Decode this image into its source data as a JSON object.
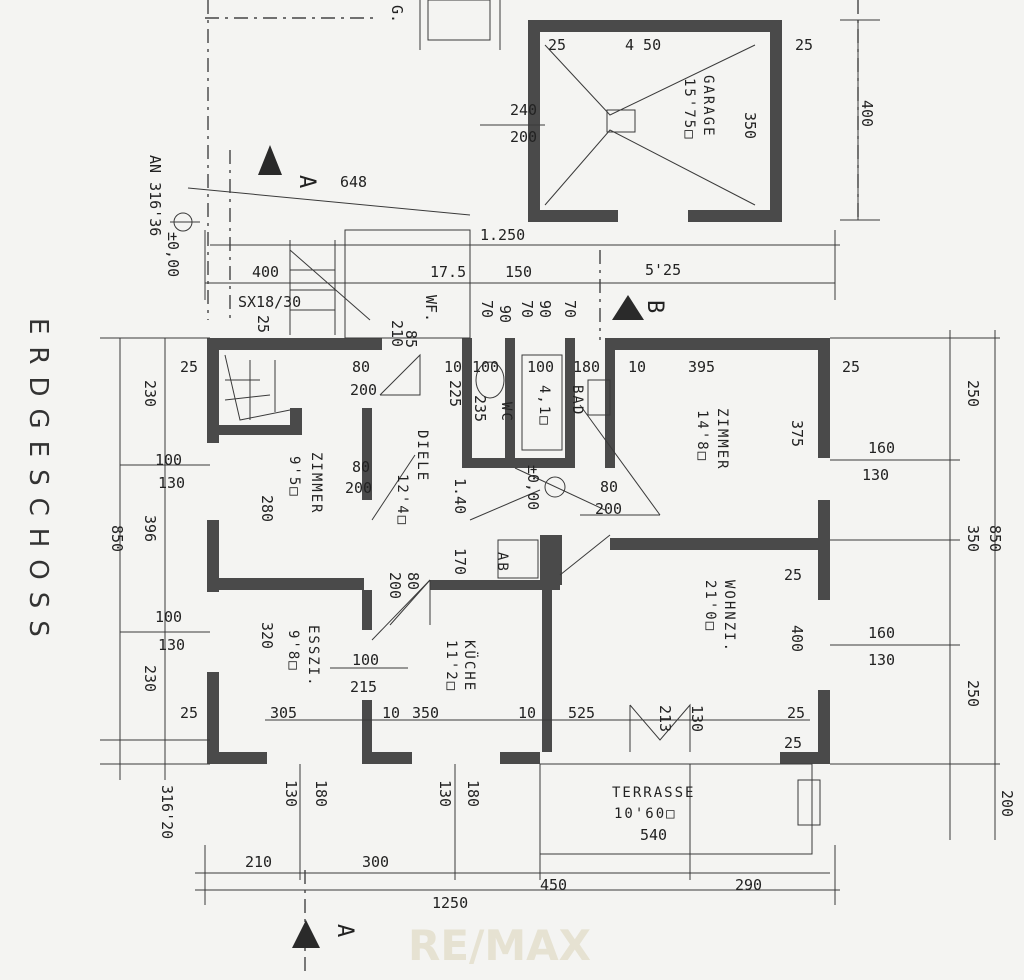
{
  "title": "ERDGESCHOSS",
  "watermark": "RE/MAX",
  "rooms": {
    "garage": {
      "name": "GARAGE",
      "area": "15'75□"
    },
    "zimmer_right": {
      "name": "ZIMMER",
      "area": "14'8□"
    },
    "zimmer_left": {
      "name": "ZIMMER",
      "area": "9'5□"
    },
    "diele": {
      "name": "DIELE",
      "area": "12'4□"
    },
    "wohnzi": {
      "name": "WOHNZI.",
      "area": "21'0□"
    },
    "esszi": {
      "name": "ESSZI.",
      "area": "9'8□"
    },
    "kueche": {
      "name": "KÜCHE",
      "area": "11'2□"
    },
    "terrasse": {
      "name": "TERRASSE",
      "area": "10'60□"
    },
    "wc": {
      "name": "WC"
    },
    "bad": {
      "name": "BAD",
      "area": "4,1□"
    },
    "ab": {
      "name": "AB"
    }
  },
  "section_marks": {
    "a": "A",
    "b": "B"
  },
  "notes": {
    "stair": "SX18/30",
    "wf": "WF.",
    "g": "G.",
    "an_left": "AN 316'36",
    "elev_left": "±0,00",
    "elev_center": "±0,00",
    "an_bottom": "316'20"
  },
  "dims": {
    "top": [
      "648",
      "1.250",
      "400",
      "17.5",
      "150",
      "5'25",
      "25",
      "4 50",
      "25",
      "240",
      "200",
      "350",
      "400"
    ],
    "interior": [
      "80",
      "200",
      "10",
      "100",
      "100",
      "180",
      "10",
      "395",
      "25",
      "25",
      "225",
      "235",
      "80",
      "200",
      "80",
      "200",
      "80",
      "200",
      "100",
      "215",
      "305",
      "10",
      "350",
      "10",
      "525",
      "213",
      "130",
      "25",
      "25",
      "25",
      "25",
      "160",
      "130",
      "160",
      "130",
      "100",
      "130",
      "100",
      "130",
      "230",
      "396",
      "230",
      "850",
      "850",
      "250",
      "350",
      "250",
      "200",
      "375",
      "400",
      "280",
      "320",
      "540",
      "25"
    ],
    "bottom": [
      "210",
      "300",
      "450",
      "290",
      "1250",
      "180",
      "130",
      "180",
      "130"
    ],
    "misc": [
      "70",
      "90",
      "70",
      "90",
      "70",
      "85",
      "210",
      "170",
      "1.40"
    ]
  }
}
